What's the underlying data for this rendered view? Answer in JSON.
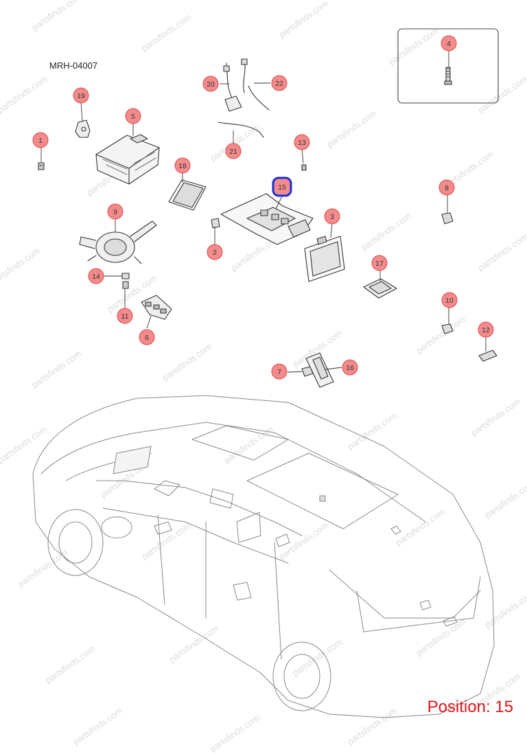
{
  "diagram_code": "MRH-04007",
  "watermark": "partsfinds.com",
  "position_label": "Position:",
  "position_value": "15",
  "colors": {
    "callout_fill": "#f28b8b",
    "callout_stroke": "#e04848",
    "highlight_stroke": "#1a2fd6",
    "position_text": "#e0141a"
  },
  "callouts": [
    "1",
    "2",
    "3",
    "4",
    "5",
    "6",
    "7",
    "8",
    "9",
    "10",
    "11",
    "12",
    "13",
    "14",
    "15",
    "16",
    "17",
    "18",
    "19",
    "20",
    "21",
    "22"
  ],
  "selected": "15"
}
